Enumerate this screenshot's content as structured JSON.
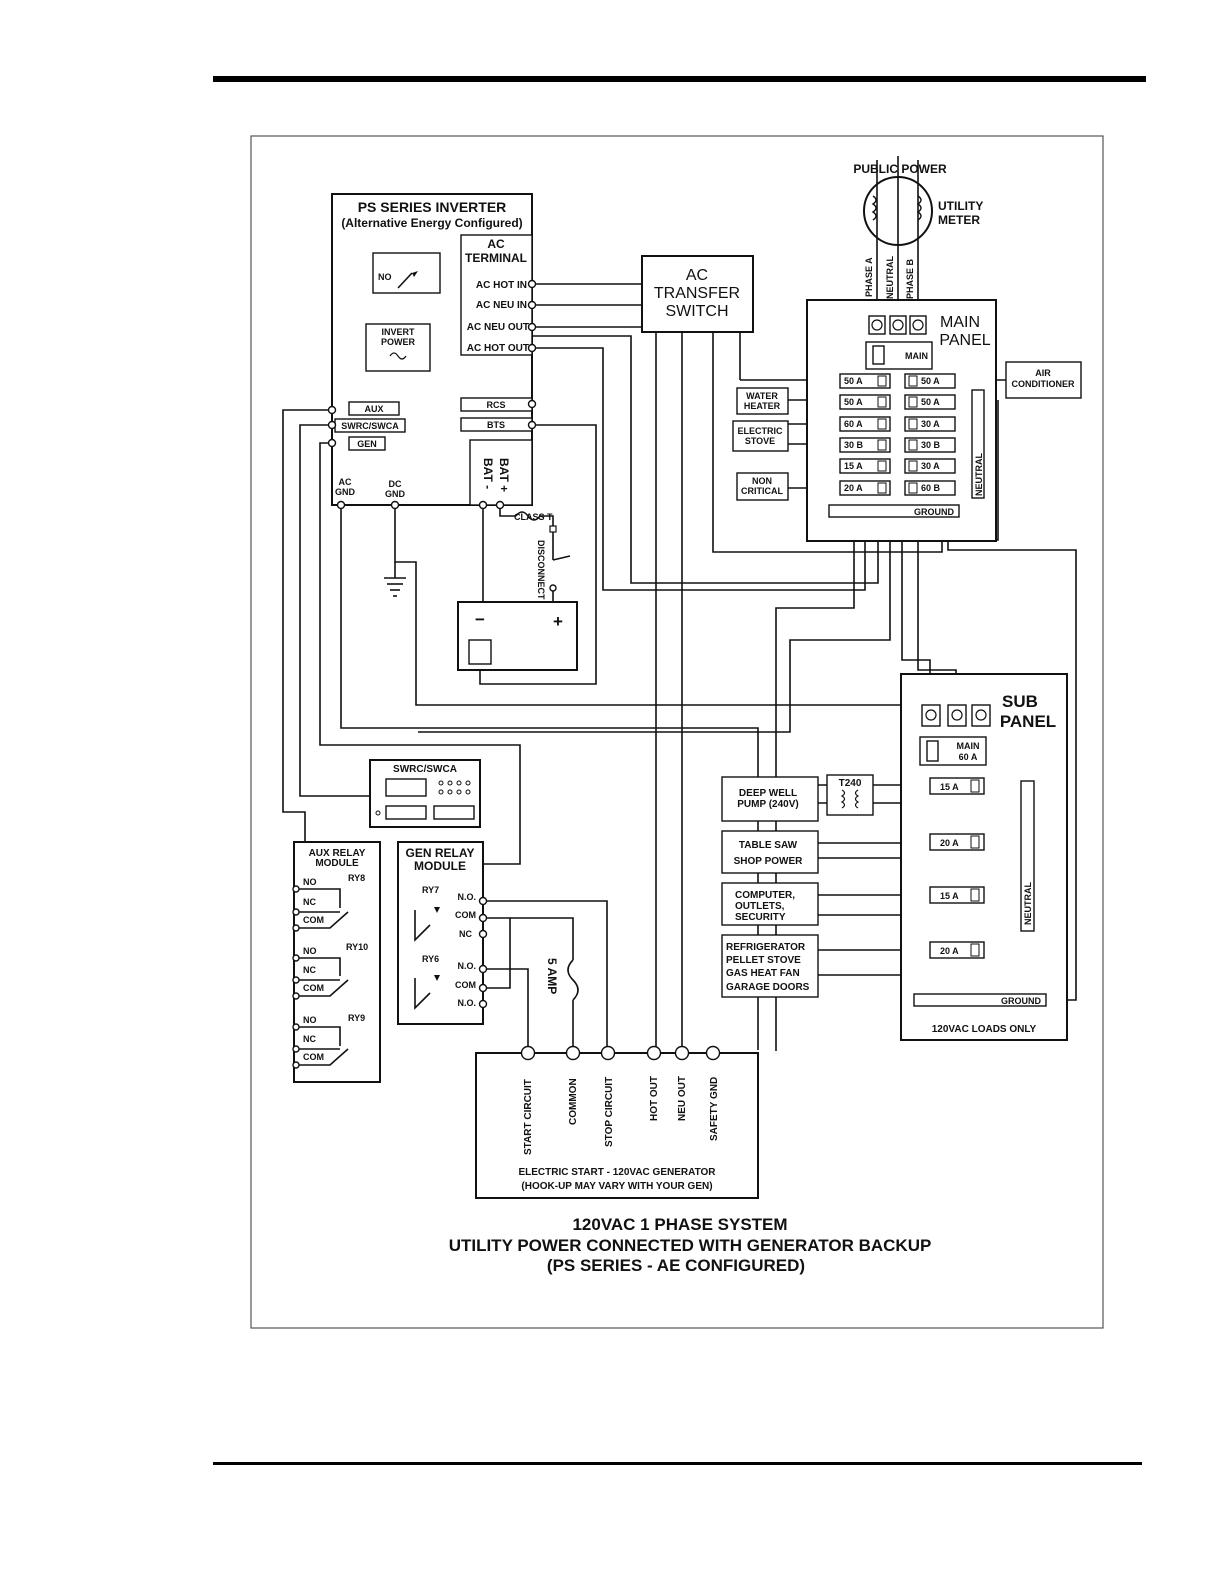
{
  "inverter": {
    "title": "PS SERIES INVERTER",
    "subtitle": "(Alternative Energy Configured)",
    "ac_terminal": [
      "AC",
      "TERMINAL"
    ],
    "ac_hot_in": "AC HOT IN",
    "ac_neu_in": "AC NEU IN",
    "ac_neu_out": "AC NEU OUT",
    "ac_hot_out": "AC HOT OUT",
    "relay_no": "NO",
    "invert_power": [
      "INVERT",
      "POWER"
    ],
    "aux": "AUX",
    "swrc_swca": "SWRC/SWCA",
    "gen": "GEN",
    "rcs": "RCS",
    "bts": "BTS",
    "ac_gnd": [
      "AC",
      "GND"
    ],
    "dc_gnd": [
      "DC",
      "GND"
    ],
    "bat_neg": "BAT -",
    "bat_pos": "BAT +"
  },
  "dc": {
    "class_t": "CLASS T",
    "disconnect": "DISCONNECT",
    "battery_minus": "−",
    "battery_plus": "+"
  },
  "transfer_switch": [
    "AC",
    "TRANSFER",
    "SWITCH"
  ],
  "utility": {
    "public_power": "PUBLIC POWER",
    "utility_meter": [
      "UTILITY",
      "METER"
    ],
    "phase_a": "PHASE A",
    "neutral": "NEUTRAL",
    "phase_b": "PHASE B"
  },
  "main_panel": {
    "title": [
      "MAIN",
      "PANEL"
    ],
    "main_label": "MAIN",
    "left_breakers": [
      "50 A",
      "50 A",
      "60 A",
      "30 B",
      "15 A",
      "20 A"
    ],
    "right_breakers": [
      "50 A",
      "50 A",
      "30 A",
      "30 B",
      "30 A",
      "60 B"
    ],
    "neutral": "NEUTRAL",
    "ground": "GROUND",
    "water_heater": [
      "WATER",
      "HEATER"
    ],
    "electric_stove": [
      "ELECTRIC",
      "STOVE"
    ],
    "non_critical": [
      "NON",
      "CRITICAL"
    ],
    "air_conditioner": [
      "AIR",
      "CONDITIONER"
    ]
  },
  "sub_panel": {
    "title": [
      "SUB",
      "PANEL"
    ],
    "main": [
      "MAIN",
      "60 A"
    ],
    "breakers": [
      "15 A",
      "20 A",
      "15 A",
      "20 A"
    ],
    "neutral": "NEUTRAL",
    "ground": "GROUND",
    "footer": "120VAC LOADS ONLY",
    "t240": "T240",
    "loads": {
      "deep_well": [
        "DEEP WELL",
        "PUMP (240V)"
      ],
      "table_saw": [
        "TABLE SAW",
        "SHOP POWER"
      ],
      "computer": [
        "COMPUTER,",
        "OUTLETS,",
        "SECURITY"
      ],
      "refrigerator": [
        "REFRIGERATOR",
        "PELLET STOVE",
        "GAS HEAT FAN",
        "GARAGE DOORS"
      ]
    }
  },
  "swrc": {
    "title": "SWRC/SWCA"
  },
  "aux_relay": {
    "title": [
      "AUX RELAY",
      "MODULE"
    ],
    "groups": [
      {
        "relay": "RY8",
        "labels": [
          "NO",
          "NC",
          "COM"
        ]
      },
      {
        "relay": "RY10",
        "labels": [
          "NO",
          "NC",
          "COM"
        ]
      },
      {
        "relay": "RY9",
        "labels": [
          "NO",
          "NC",
          "COM"
        ]
      }
    ]
  },
  "gen_relay": {
    "title": [
      "GEN RELAY",
      "MODULE"
    ],
    "ry7": "RY7",
    "ry6": "RY6",
    "labels": [
      "N.O.",
      "COM",
      "NC",
      "N.O.",
      "COM",
      "N.O."
    ]
  },
  "fuse": "5 AMP",
  "generator": {
    "terminals": [
      "START CIRCUIT",
      "COMMON",
      "STOP CIRCUIT",
      "HOT OUT",
      "NEU OUT",
      "SAFETY GND"
    ],
    "caption1": "ELECTRIC START - 120VAC GENERATOR",
    "caption2": "(HOOK-UP MAY VARY WITH YOUR GEN)"
  },
  "title": {
    "line1": "120VAC 1 PHASE SYSTEM",
    "line2": "UTILITY POWER CONNECTED WITH GENERATOR BACKUP",
    "line3": "(PS SERIES - AE CONFIGURED)"
  }
}
